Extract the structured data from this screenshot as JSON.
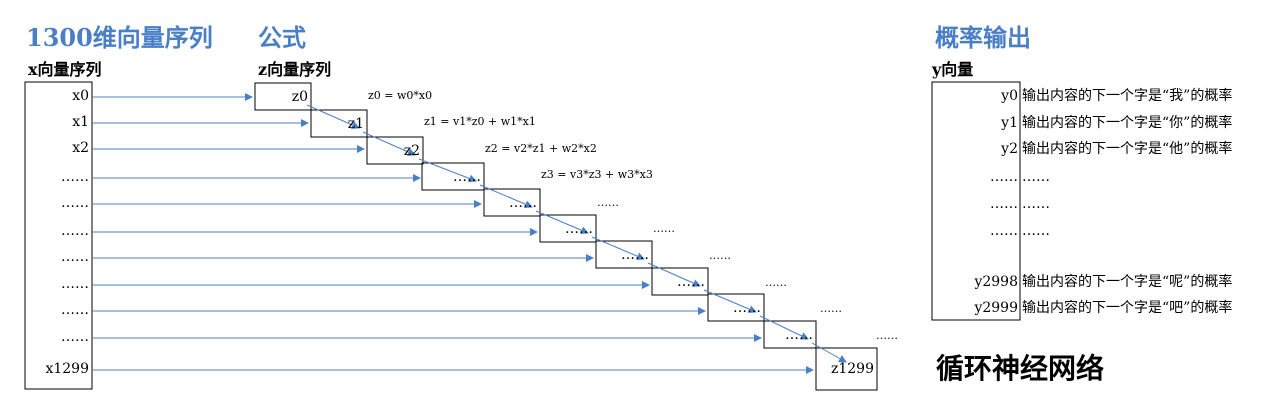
{
  "titles": {
    "x_heading": "1300维向量序列",
    "formula_heading": "公式",
    "output_heading": "概率输出",
    "rnn_label": "循环神经网络"
  },
  "x_column": {
    "header": "x向量序列",
    "rows": [
      "x0",
      "x1",
      "x2",
      "……",
      "……",
      "……",
      "……",
      "……",
      "……",
      "……",
      "……",
      "x1299"
    ]
  },
  "z_column": {
    "header": "z向量序列",
    "cells": [
      "z0",
      "z1",
      "z2",
      "……",
      "……",
      "……",
      "……",
      "……",
      "……",
      "……",
      "……",
      "z1299"
    ]
  },
  "formulas": [
    "z0 = w0*x0",
    "z1 = v1*z0 + w1*x1",
    "z2 = v2*z1 + w2*x2",
    "z3 = v3*z3 + w3*x3",
    "……",
    "……",
    "……",
    "……",
    "……",
    "……"
  ],
  "y_column": {
    "header": "y向量",
    "rows": [
      {
        "label": "y0",
        "desc": "输出内容的下一个字是“我”的概率"
      },
      {
        "label": "y1",
        "desc": "输出内容的下一个字是“你”的概率"
      },
      {
        "label": "y2",
        "desc": "输出内容的下一个字是“他”的概率"
      },
      {
        "label": "……",
        "desc": "……"
      },
      {
        "label": "……",
        "desc": "……"
      },
      {
        "label": "……",
        "desc": "……"
      },
      {
        "label": "y2998",
        "desc": "输出内容的下一个字是“呢”的概率"
      },
      {
        "label": "y2999",
        "desc": "输出内容的下一个字是“吧”的概率"
      }
    ]
  },
  "colors": {
    "heading": "#4a7fc7",
    "arrow": "#4a7fc7",
    "border": "#000000"
  }
}
